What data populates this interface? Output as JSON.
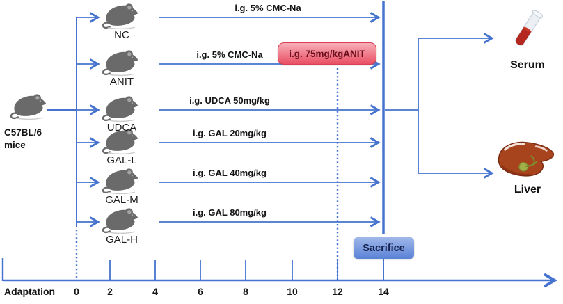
{
  "source": {
    "label": "C57BL/6\nmice",
    "icon": "mouse-icon"
  },
  "groups": [
    {
      "name": "NC",
      "treatment": "i.g. 5% CMC-Na"
    },
    {
      "name": "ANIT",
      "treatment": "i.g. 5% CMC-Na"
    },
    {
      "name": "UDCA",
      "treatment": "i.g. UDCA 50mg/kg"
    },
    {
      "name": "GAL-L",
      "treatment": "i.g. GAL 20mg/kg"
    },
    {
      "name": "GAL-M",
      "treatment": "i.g. GAL 40mg/kg"
    },
    {
      "name": "GAL-H",
      "treatment": "i.g. GAL 80mg/kg"
    }
  ],
  "anit_box": {
    "label": "i.g. 75mg/kgANIT"
  },
  "sacrifice": {
    "label": "Sacrifice"
  },
  "outputs": [
    {
      "label": "Serum",
      "icon": "blood-tube-icon"
    },
    {
      "label": "Liver",
      "icon": "liver-icon"
    }
  ],
  "timeline": {
    "adaptation_label": "Adaptation",
    "tick_labels": [
      "0",
      "2",
      "4",
      "6",
      "8",
      "10",
      "12",
      "14"
    ]
  },
  "colors": {
    "line-blue": "#4573cf",
    "anit-box-top": "#f8aeb8",
    "anit-box-bottom": "#e94f63",
    "anit-box-border": "#d84055",
    "anit-text": "#6b0e1d",
    "sacrifice-top": "#a0b7e9",
    "sacrifice-bottom": "#5a82d6",
    "sacrifice-text": "#17234e",
    "mouse-gray": "#696969",
    "text-dark": "#141414"
  }
}
